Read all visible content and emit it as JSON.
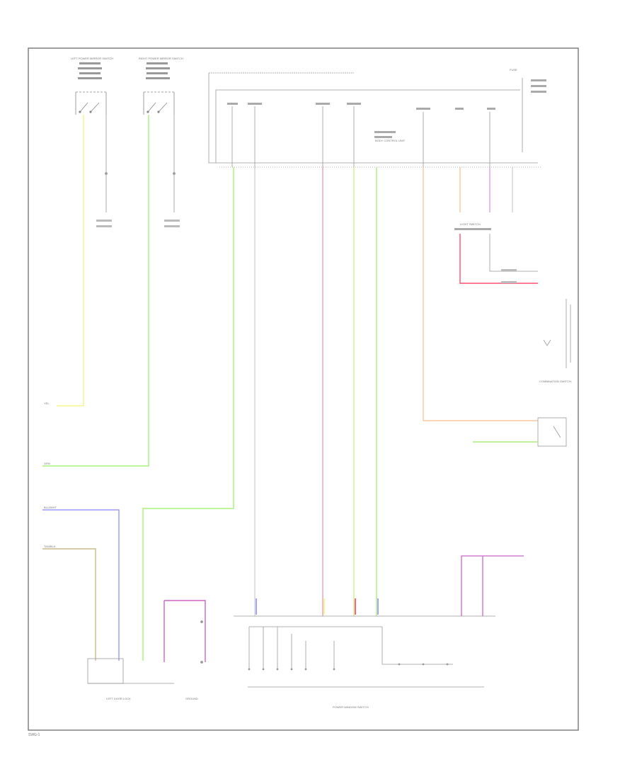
{
  "footer_code": "SWG-1",
  "wire_colors": {
    "yellow": "#f5f58a",
    "green": "#a8f07a",
    "blue": "#9a9aff",
    "tan": "#c9b98a",
    "pink": "#e8a0b8",
    "violet": "#cc66cc",
    "orange": "#f8c8a0",
    "red": "#ff5070",
    "gray": "#cccccc",
    "frame": "#777777"
  },
  "labels": {
    "mirror_switch_left": "LEFT POWER MIRROR SWITCH",
    "mirror_switch_right": "RIGHT POWER MIRROR SWITCH",
    "control_unit": "BODY CONTROL UNIT",
    "left_door_lock": "LEFT DOOR LOCK",
    "window_switch": "POWER WINDOW SWITCH",
    "combination_switch": "COMBINATION SWITCH",
    "light_switch": "LIGHT SWITCH",
    "ground": "GROUND",
    "fuse": "FUSE"
  },
  "bottom_left_wire_tags": [
    "YEL",
    "GRN",
    "BLU/WHT",
    "TAN/BLK"
  ]
}
